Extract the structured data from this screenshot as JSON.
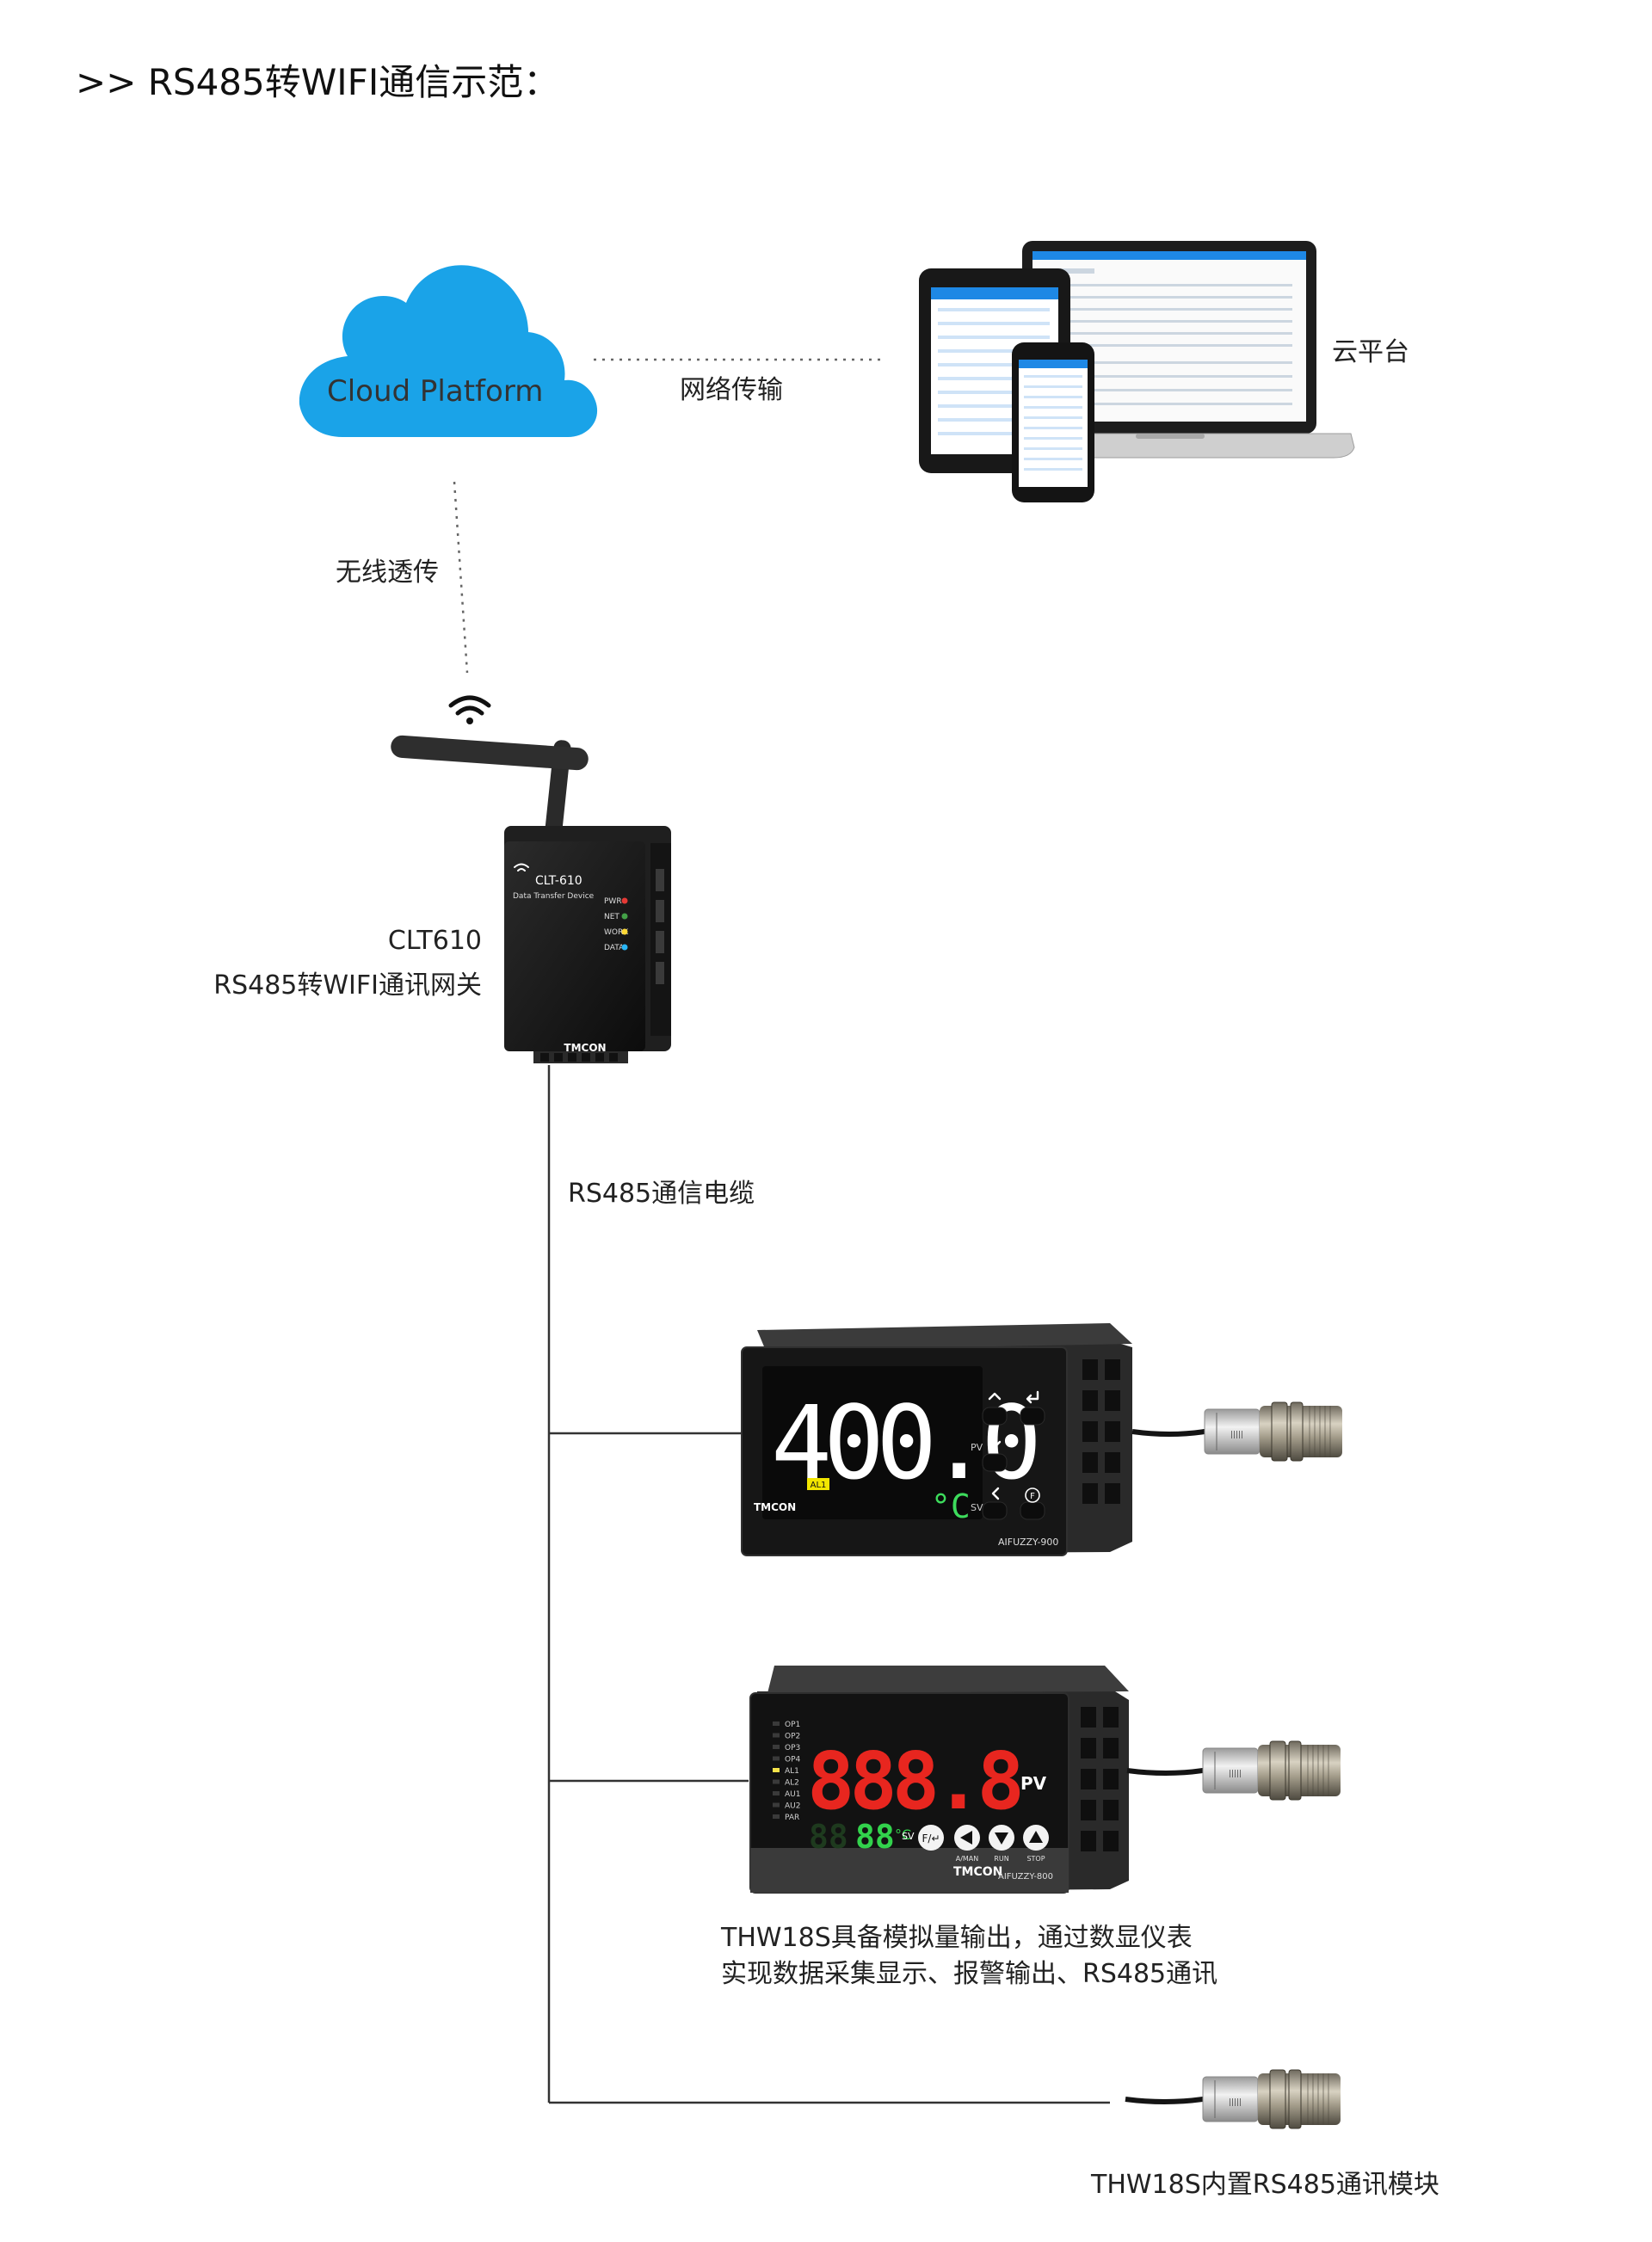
{
  "title": ">> RS485转WIFI通信示范：",
  "cloud": {
    "label": "Cloud Platform",
    "color": "#1aa3e8"
  },
  "links": {
    "network_transfer": "网络传输",
    "wireless_passthrough": "无线透传",
    "rs485_cable": "RS485通信电缆"
  },
  "cloud_platform_label": "云平台",
  "gateway": {
    "model": "CLT610",
    "description": "RS485转WIFI通讯网关",
    "front_model": "CLT-610",
    "front_subtitle": "Data Transfer Device",
    "indicators": [
      {
        "label": "PWR",
        "color": "#e53935"
      },
      {
        "label": "NET",
        "color": "#43a047"
      },
      {
        "label": "WORK",
        "color": "#fdd835"
      },
      {
        "label": "DATA",
        "color": "#29b6f6"
      }
    ],
    "brand": "TMCON"
  },
  "controller1": {
    "pv_value": "400.0",
    "unit": "°C",
    "alarm_badge": "AL1",
    "brand": "TMCON",
    "model": "AIFUZZY-900",
    "pv_label": "PV",
    "sv_label": "SV"
  },
  "controller2": {
    "pv_value": "888.8",
    "sv_value": "88",
    "sv_unit": "°C",
    "pv_label": "PV",
    "sv_label": "SV",
    "status_leds": [
      "OP1",
      "OP2",
      "OP3",
      "OP4",
      "AL1",
      "AL2",
      "AU1",
      "AU2",
      "PAR"
    ],
    "key_labels": [
      "A/MAN",
      "RUN",
      "STOP"
    ],
    "fkey": "F/↵",
    "brand": "TMCON",
    "model": "AIFUZZY-800"
  },
  "thw18s": {
    "analog_caption_line1": "THW18S具备模拟量输出，通过数显仪表",
    "analog_caption_line2": "实现数据采集显示、报警输出、RS485通讯",
    "rs485_caption": "THW18S内置RS485通讯模块"
  }
}
